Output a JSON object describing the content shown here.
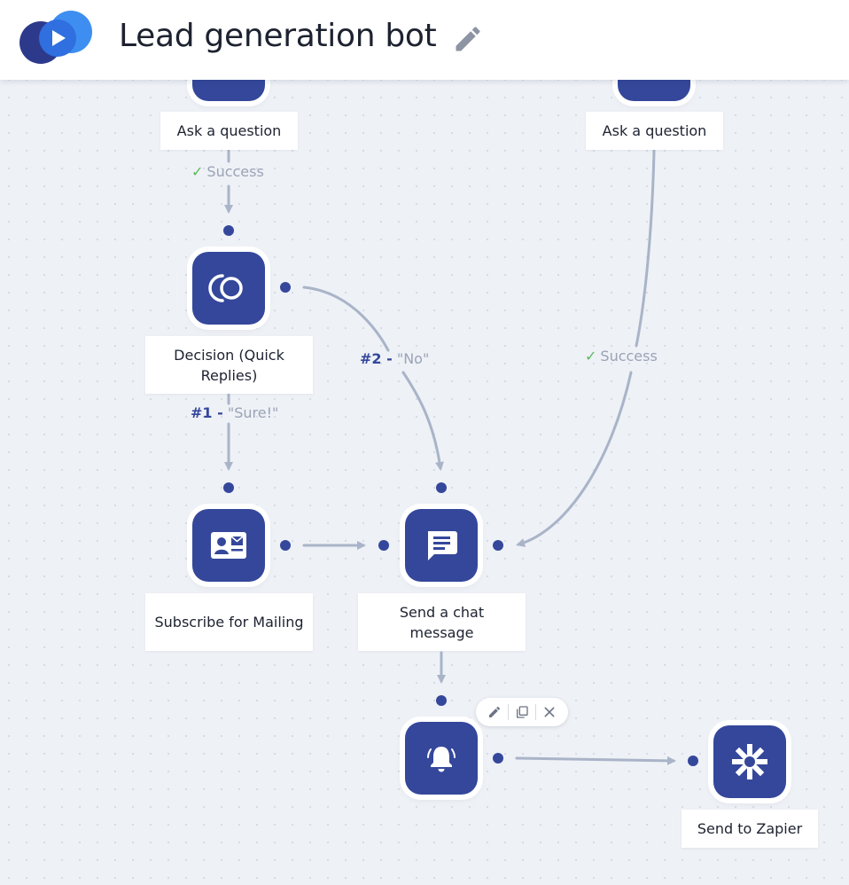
{
  "header": {
    "title": "Lead generation bot",
    "logo_icon": "play-circle-logo",
    "edit_icon": "pencil-icon"
  },
  "colors": {
    "node": "#34479b",
    "connector": "#a9b4c8",
    "success": "#5cb85c",
    "canvas": "#eef1f6"
  },
  "nodes": {
    "ask_question_left": {
      "label": "Ask a question"
    },
    "ask_question_right": {
      "label": "Ask a question"
    },
    "decision": {
      "label": "Decision (Quick Replies)",
      "icon": "quick-replies-icon"
    },
    "subscribe": {
      "label": "Subscribe for Mailing",
      "icon": "contact-card-icon"
    },
    "send_chat": {
      "label": "Send a chat message",
      "icon": "chat-message-icon"
    },
    "notification": {
      "icon": "bell-icon"
    },
    "zapier": {
      "label": "Send to Zapier",
      "icon": "zapier-asterisk-icon"
    }
  },
  "edges": {
    "success_left": "Success",
    "success_right": "Success",
    "reply1_num": "#1 -",
    "reply1_text": "\"Sure!\"",
    "reply2_num": "#2 -",
    "reply2_text": "\"No\""
  },
  "toolbar": {
    "edit_icon": "pencil-icon",
    "duplicate_icon": "copy-icon",
    "delete_icon": "close-icon"
  }
}
